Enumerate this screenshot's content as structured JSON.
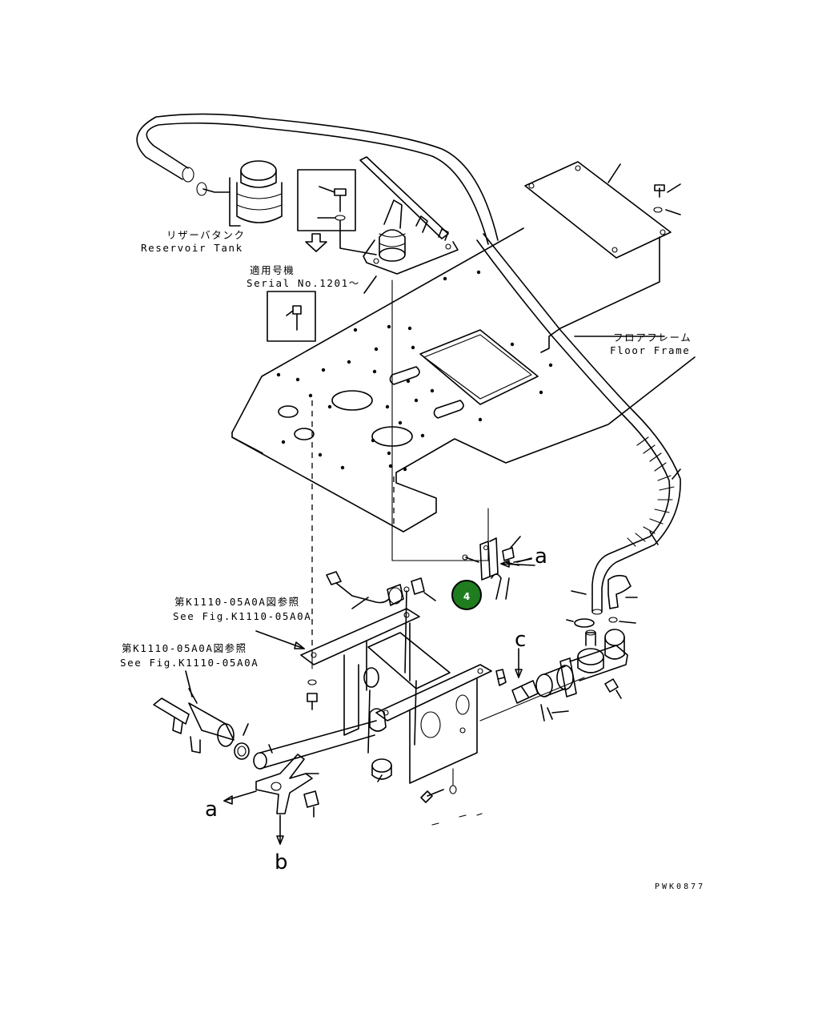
{
  "labels": {
    "reservoir_jp": "リザーバタンク",
    "reservoir_en": "Reservoir Tank",
    "serial_jp": "適用号機",
    "serial_en": "Serial No.1201～",
    "floor_jp": "フロアフレーム",
    "floor_en": "Floor Frame",
    "ref1_jp": "第K1110-05A0A図参照",
    "ref1_en": "See Fig.K1110-05A0A",
    "ref2_jp": "第K1110-05A0A図参照",
    "ref2_en": "See Fig.K1110-05A0A",
    "drawing_code": "PWK0877"
  },
  "arrow_letters": {
    "a_top": "a",
    "c": "c",
    "a_bottom": "a",
    "b": "b"
  },
  "callouts": [
    {
      "number": "4",
      "color": "#1f7d1f"
    }
  ]
}
